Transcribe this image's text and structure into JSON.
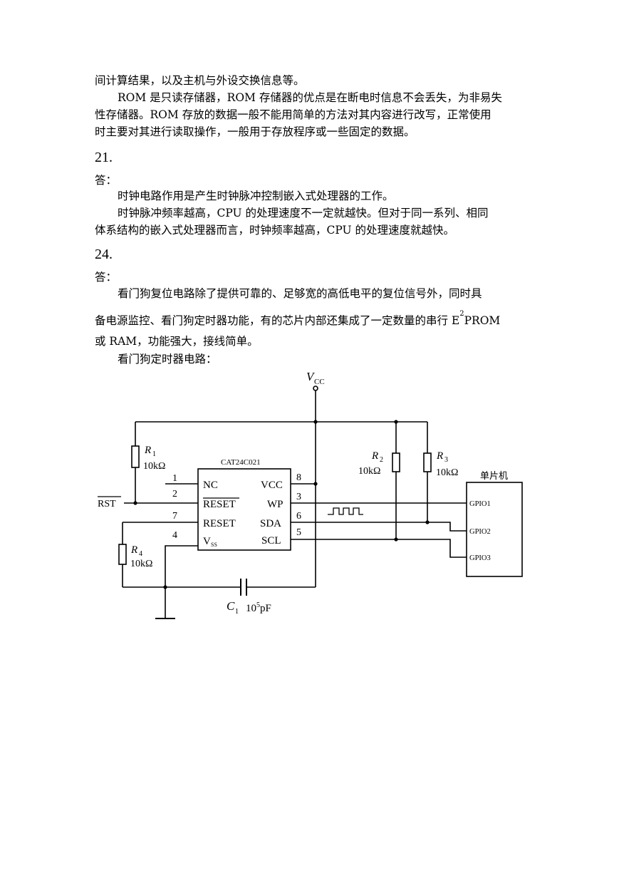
{
  "text": {
    "p1_line1": "间计算结果，以及主机与外设交换信息等。",
    "p2_line1": "ROM 是只读存储器，ROM 存储器的优点是在断电时信息不会丢失，为非易失",
    "p2_line2": "性存储器。ROM 存放的数据一般不能用简单的方法对其内容进行改写，正常使用",
    "p2_line3": "时主要对其进行读取操作，一般用于存放程序或一些固定的数据。",
    "h21": "21.",
    "ans21": "答：",
    "p3_line1": "时钟电路作用是产生时钟脉冲控制嵌入式处理器的工作。",
    "p4_line1": "时钟脉冲频率越高，CPU 的处理速度不一定就越快。但对于同一系列、相同",
    "p4_line2": "体系结构的嵌入式处理器而言，时钟频率越高，CPU 的处理速度就越快。",
    "h24": "24.",
    "ans24": "答：",
    "p5_line1": "看门狗复位电路除了提供可靠的、足够宽的高低电平的复位信号外，同时具",
    "p5_line2_a": "备电源监控、看门狗定时器功能，有的芯片内部还集成了一定数量的串行 E",
    "p5_line2_sup": "2",
    "p5_line2_b": "PROM",
    "p5_line3": "或 RAM，功能强大，接线简单。",
    "p6_line1": "看门狗定时器电路："
  },
  "circuit": {
    "vcc": "V",
    "vcc_sub": "CC",
    "chip_name": "CAT24C021",
    "pins_left": [
      {
        "num": "1",
        "label": "NC"
      },
      {
        "num": "2",
        "label": "RESET"
      },
      {
        "num": "7",
        "label": "RESET"
      },
      {
        "num": "4",
        "label": "V",
        "sub": "SS"
      }
    ],
    "pins_right": [
      {
        "num": "8",
        "label": "VCC"
      },
      {
        "num": "3",
        "label": "WP"
      },
      {
        "num": "6",
        "label": "SDA"
      },
      {
        "num": "5",
        "label": "SCL"
      }
    ],
    "rst": "RST",
    "r1": {
      "name": "R",
      "sub": "1",
      "value": "10kΩ"
    },
    "r2": {
      "name": "R",
      "sub": "2",
      "value": "10kΩ"
    },
    "r3": {
      "name": "R",
      "sub": "3",
      "value": "10kΩ"
    },
    "r4": {
      "name": "R",
      "sub": "4",
      "value": "10kΩ"
    },
    "c1": {
      "name": "C",
      "sub": "1",
      "value_base": "10",
      "value_exp": "5",
      "value_unit": "pF"
    },
    "mcu_label": "单片机",
    "gpio": [
      "GPIO1",
      "GPIO2",
      "GPIO3"
    ]
  }
}
